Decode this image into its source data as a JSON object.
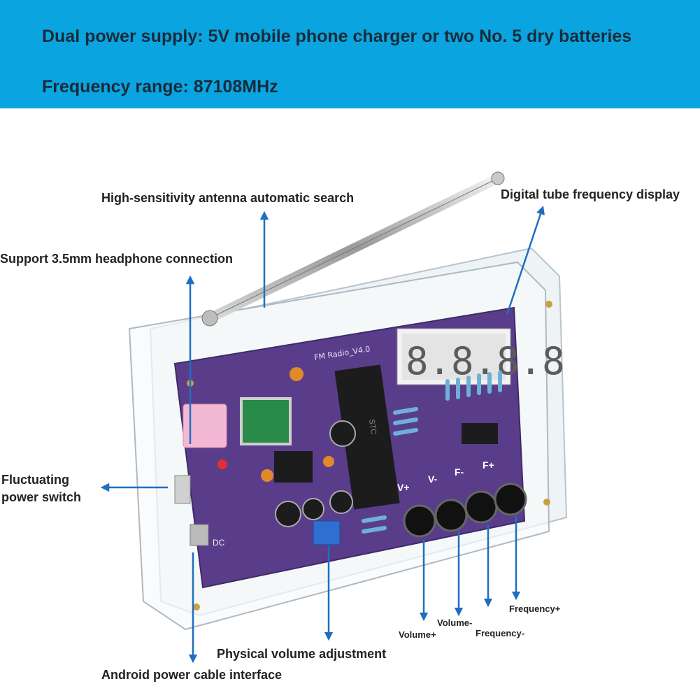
{
  "banner": {
    "line1": "Dual power supply: 5V mobile phone charger or two No. 5 dry batteries",
    "line2": "Frequency range: 87108MHz",
    "color": "#0aa5e0"
  },
  "labels": {
    "antenna": "High-sensitivity antenna automatic search",
    "display": "Digital tube frequency display",
    "headphone": "Support 3.5mm headphone connection",
    "switch_line1": "Fluctuating",
    "switch_line2": "power switch",
    "volume_adjust": "Physical volume adjustment",
    "power_cable": "Android power cable interface",
    "volume_plus": "Volume+",
    "volume_minus": "Volume-",
    "frequency_minus": "Frequency-",
    "frequency_plus": "Frequency+"
  },
  "board": {
    "title": "FM Radio_V4.0",
    "display_digits": "8.8.8.8",
    "button_labels": [
      "V+",
      "V-",
      "F-",
      "F+"
    ],
    "dc_label": "DC",
    "chip_label": "STC",
    "pcb_color": "#5a3d8a",
    "arrow_color": "#1f6fc0"
  }
}
